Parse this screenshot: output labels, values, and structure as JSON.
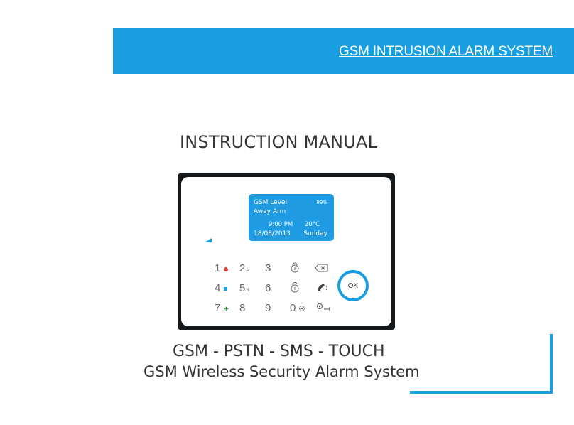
{
  "banner": {
    "title": "GSM INTRUSION ALARM SYSTEM"
  },
  "manual": {
    "title": "INSTRUCTION MANUAL"
  },
  "lcd": {
    "gsm_level_label": "GSM Level",
    "gsm_level_value": "99%",
    "mode": "Away Arm",
    "time": "9:00 PM",
    "temperature": "20°C",
    "date": "18/08/2013",
    "day": "Sunday"
  },
  "keypad": {
    "k1": "1",
    "k2": "2",
    "k2_sub": "A",
    "k3": "3",
    "k4": "4",
    "k5": "5",
    "k5_sub": "B",
    "k6": "6",
    "k7": "7",
    "k8": "8",
    "k9": "9",
    "k0": "0",
    "ok": "OK"
  },
  "colors": {
    "accent": "#1a9ee2",
    "device_frame": "#16191c"
  },
  "subtitles": {
    "line1": "GSM - PSTN - SMS - TOUCH",
    "line2": "GSM Wireless Security Alarm System"
  }
}
